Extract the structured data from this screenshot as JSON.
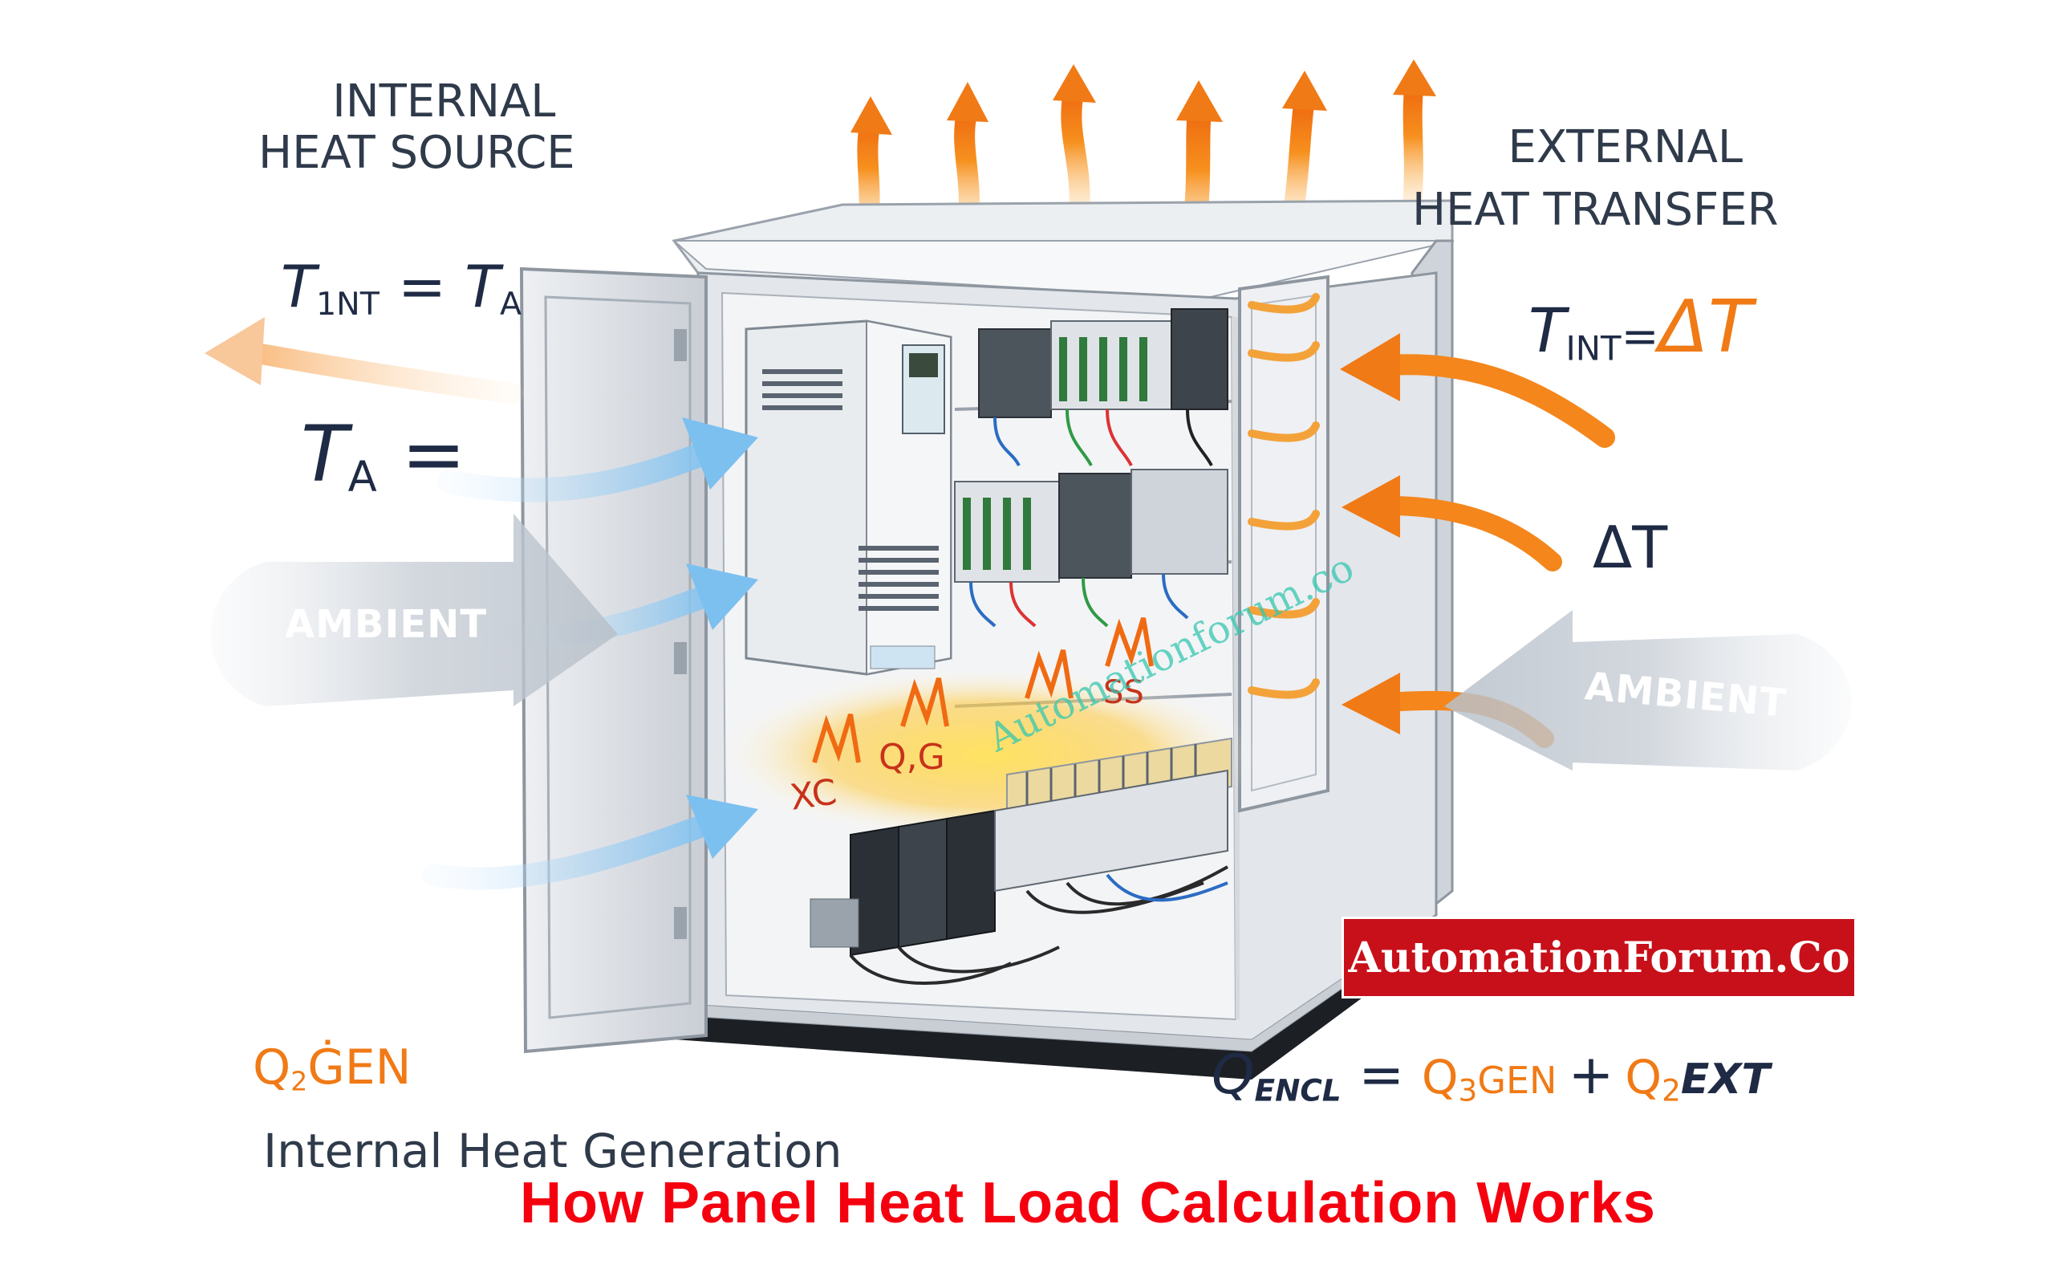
{
  "labels": {
    "internal_heat_source_line1": "INTERNAL",
    "internal_heat_source_line2": "HEAT SOURCE",
    "external_heat_transfer_line1": "EXTERNAL",
    "external_heat_transfer_line2": "HEAT TRANSFER",
    "ambient_left": "AMBIENT",
    "ambient_right": "AMBIENT",
    "internal_heat_generation": "Internal Heat Generation"
  },
  "equations": {
    "t_int_ta_left": {
      "var": "T",
      "sub": "1NT",
      "eq": " = ",
      "var2": "T",
      "sub2": "A"
    },
    "ta_left": {
      "var": "T",
      "sub": "A",
      "eq": " ="
    },
    "t_int_delta": {
      "var": "T",
      "sub": "INT",
      "eq": "=",
      "rhs": "ΔT"
    },
    "delta_t": "ΔT",
    "q_gen_left": {
      "q": "Q",
      "sub": "2",
      "rest": "ĠEN"
    },
    "q_encl": {
      "lhs": "Q",
      "lhs_sub": "ENCL",
      "eq": " = ",
      "t1": "Q",
      "t1_sub": "3",
      "t1_rest": "GEN",
      "plus": "+",
      "t2": "Q",
      "t2_sub": "2",
      "t2_rest": "EXT"
    }
  },
  "scribbles": {
    "xc": "XC",
    "qg": "Q,G",
    "ss": "SS"
  },
  "badge": "AutomationForum.Co",
  "watermark": "Automationforum.co",
  "title": "How Panel Heat Load Calculation Works",
  "colors": {
    "heat_orange": "#f07a16",
    "cool_blue": "#8cc8f0",
    "badge_red": "#c8101a",
    "title_red": "#f5000f",
    "text_navy": "#1f2b45",
    "cabinet_grey": "#d9dde2"
  }
}
